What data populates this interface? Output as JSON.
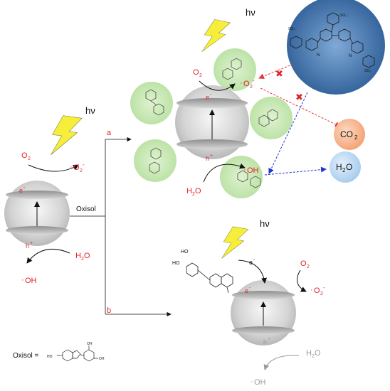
{
  "labels": {
    "hv": "hν",
    "o2": "O",
    "o2_sub": "2",
    "superoxide_pre": "·",
    "superoxide": "O",
    "superoxide_sub": "2",
    "superoxide_sup": "-",
    "h2o": "H",
    "h2o_sub": "2",
    "h2o_end": "O",
    "hydroxyl_pre": "·",
    "hydroxyl": "OH",
    "electron": "e",
    "electron_sup": "-",
    "hole": "h",
    "hole_sup": "+",
    "oxisol": "Oxisol",
    "path_a": "a",
    "path_b": "b",
    "co2": "CO",
    "co2_sub": "2",
    "legend": "Oxisol =",
    "cross": "✖"
  },
  "colors": {
    "red_label": "#e0242b",
    "green_halo": "#c8e8b4",
    "blue_dye": "#3f79b8",
    "co2_bubble": "#f6b98f",
    "h2o_bubble": "#c5ddf4",
    "lightning": "#f6ee3a",
    "red_dash": "#e8343a",
    "blue_dash": "#2233cc"
  },
  "icons": [
    "lightning-icon",
    "particle-sphere",
    "dye-molecule",
    "cross-icon"
  ]
}
